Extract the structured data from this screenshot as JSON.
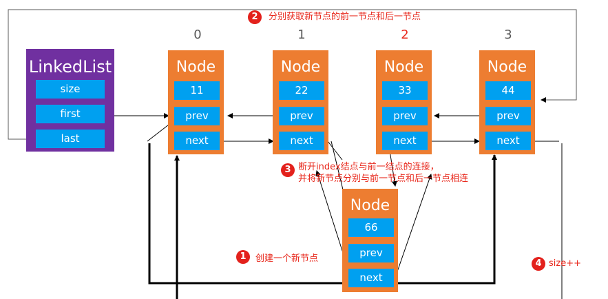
{
  "linked_list": {
    "title": "LinkedList",
    "fields": [
      "size",
      "first",
      "last"
    ]
  },
  "indices": [
    "0",
    "1",
    "2",
    "3"
  ],
  "nodes": [
    {
      "title": "Node",
      "value": "11",
      "prev": "prev",
      "next": "next"
    },
    {
      "title": "Node",
      "value": "22",
      "prev": "prev",
      "next": "next"
    },
    {
      "title": "Node",
      "value": "33",
      "prev": "prev",
      "next": "next"
    },
    {
      "title": "Node",
      "value": "44",
      "prev": "prev",
      "next": "next"
    }
  ],
  "new_node": {
    "title": "Node",
    "value": "66",
    "prev": "prev",
    "next": "next"
  },
  "steps": [
    {
      "num": "1",
      "text": "创建一个新节点"
    },
    {
      "num": "2",
      "text": "分别获取新节点的前一节点和后一节点"
    },
    {
      "num": "3",
      "text": "断开index结点与前一结点的连接，",
      "text2": "并将新节点分别与前一节点和后一节点相连"
    },
    {
      "num": "4",
      "text": "size++"
    }
  ],
  "colors": {
    "linked_list": "#7030a0",
    "node": "#ed7d31",
    "field": "#00a0f0",
    "highlight_index": "#e8281c",
    "annotation": "#e8281c"
  }
}
